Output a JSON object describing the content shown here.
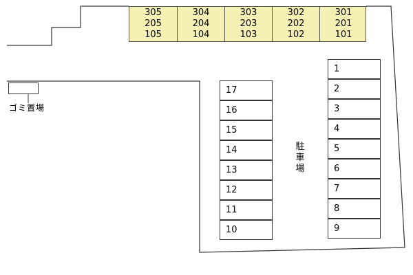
{
  "building": {
    "columns": [
      {
        "units": [
          "305",
          "205",
          "105"
        ]
      },
      {
        "units": [
          "304",
          "204",
          "104"
        ]
      },
      {
        "units": [
          "303",
          "203",
          "103"
        ]
      },
      {
        "units": [
          "302",
          "202",
          "102"
        ]
      },
      {
        "units": [
          "301",
          "201",
          "101"
        ]
      }
    ]
  },
  "parking": {
    "label_chars": [
      "駐",
      "車",
      "場"
    ],
    "left_row": [
      "17",
      "16",
      "15",
      "14",
      "13",
      "12",
      "11",
      "10"
    ],
    "right_row": [
      "1",
      "2",
      "3",
      "4",
      "5",
      "6",
      "7",
      "8",
      "9"
    ]
  },
  "garbage": {
    "label": "ゴミ置場"
  },
  "colors": {
    "building_fill": "#f5f0b4",
    "line": "#333333"
  }
}
